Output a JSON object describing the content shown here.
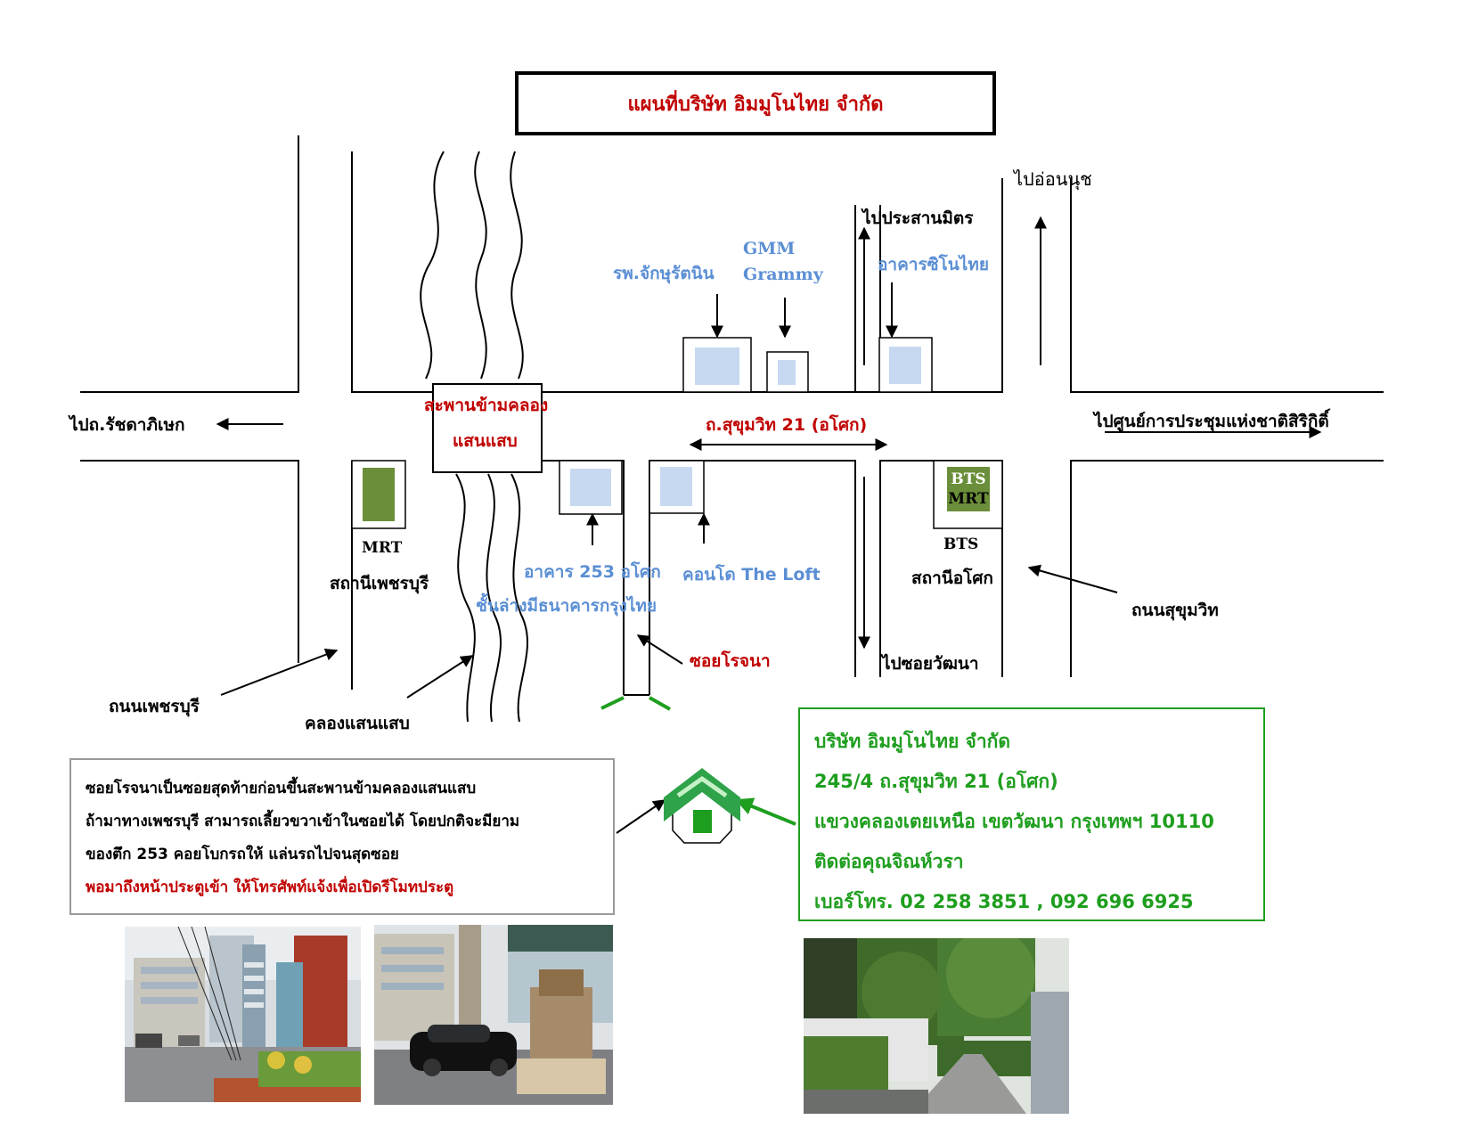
{
  "title": "แผนที่บริษัท อิมมูโนไทย จำกัด",
  "roads": {
    "to_ratchada": "ไปถ.รัชดาภิเษก",
    "to_sirikit": "ไปศูนย์การประชุมแห่งชาติสิริกิติ์",
    "to_prasanmit": "ไปประสานมิตร",
    "to_onnut": "ไปอ่อนนุช",
    "to_soi_watthana": "ไปซอยวัฒนา",
    "sukhumvit21": "ถ.สุขุมวิท 21 (อโศก)",
    "sukhumvit": "ถนนสุขุมวิท",
    "phetchaburi": "ถนนเพชรบุรี",
    "canal": "คลองแสนแสบ",
    "soi_rojana": "ซอยโรจนา"
  },
  "landmarks": {
    "bridge_line1": "สะพานข้ามคลอง",
    "bridge_line2": "แสนแสบ",
    "hospital": "รพ.จักษุรัตนิน",
    "gmm_line1": "GMM",
    "gmm_line2": "Grammy",
    "sino_thai": "อาคารซิโนไทย",
    "mrt_label": "MRT",
    "mrt_station": "สถานีเพชรบุรี",
    "bldg253_line1": "อาคาร 253 อโศก",
    "bldg253_line2": "ชั้นล่างมีธนาคารกรุงไทย",
    "the_loft": "คอนโด The Loft",
    "bts_label": "BTS",
    "bts_station": "สถานีอโศก",
    "badge_bts": "BTS",
    "badge_mrt": "MRT"
  },
  "note": {
    "line1": "ซอยโรจนาเป็นซอยสุดท้ายก่อนขึ้นสะพานข้ามคลองแสนแสบ",
    "line2": "ถ้ามาทางเพชรบุรี สามารถเลี้ยวขวาเข้าในซอยได้ โดยปกติจะมียาม",
    "line3": "ของตึก 253 คอยโบกรถให้ แล่นรถไปจนสุดซอย",
    "line4": "พอมาถึงหน้าประตูเข้า ให้โทรศัพท์แจ้งเพื่อเปิดรีโมทประตู"
  },
  "address": {
    "company": "บริษัท อิมมูโนไทย จำกัด",
    "street": "245/4 ถ.สุขุมวิท 21 (อโศก)",
    "district": "แขวงคลองเตยเหนือ เขตวัฒนา กรุงเทพฯ 10110",
    "contact": "ติดต่อคุณจิณห์วรา",
    "phone": "เบอร์โทร. 02 258 3851 , 092 696 6925"
  },
  "colors": {
    "title_red": "#c00000",
    "landmark_blue": "#5b8fd4",
    "company_green": "#1e9e1e",
    "building_fill": "#c6d9f1",
    "mrt_green": "#6b8e3a"
  },
  "icons": {
    "company": "house-icon"
  }
}
